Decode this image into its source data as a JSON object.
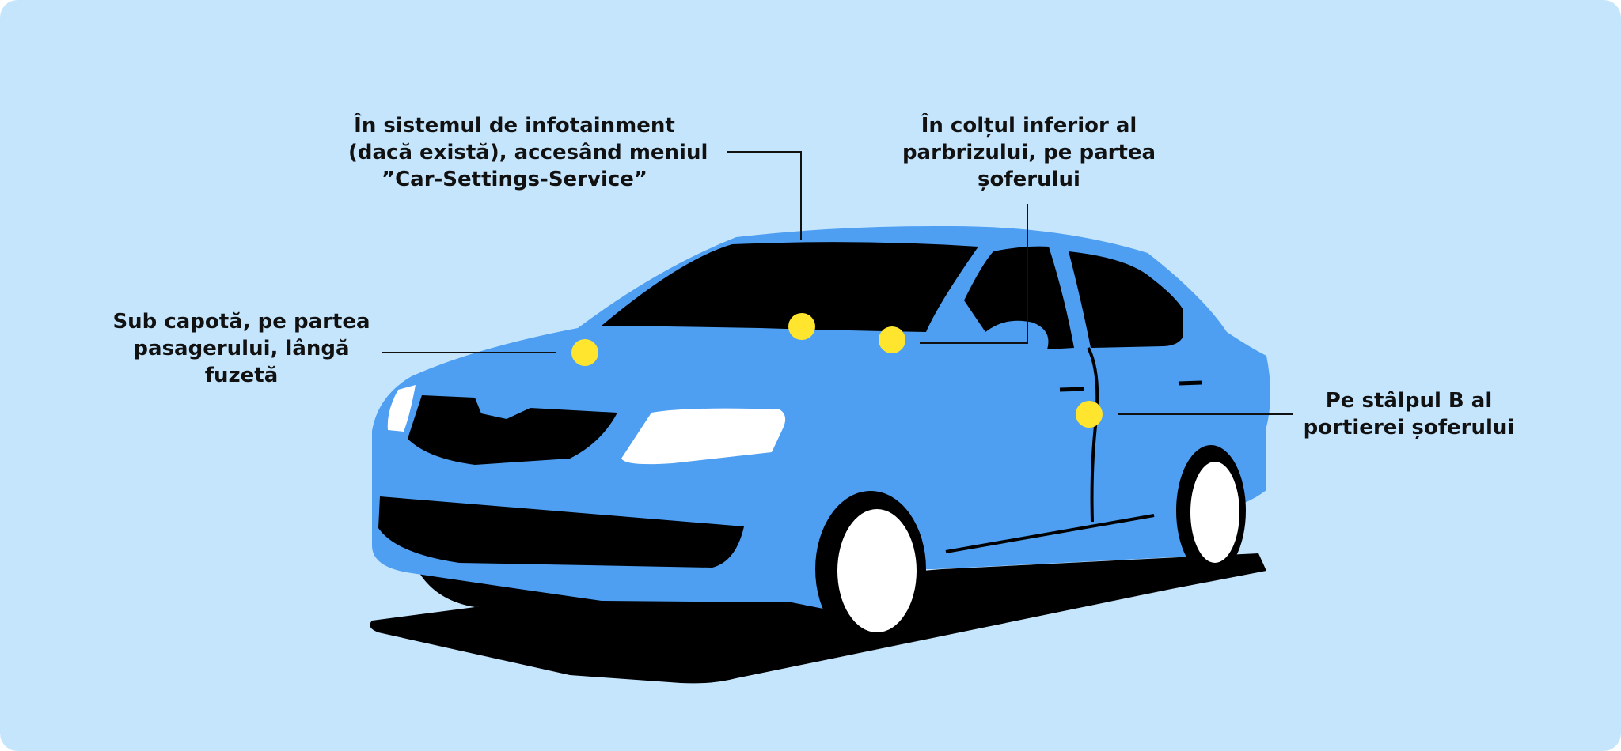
{
  "colors": {
    "background": "#c5e5fd",
    "car_body": "#4e9ef2",
    "glass_and_trim": "#000000",
    "headlight": "#ffffff",
    "wheel_rim": "#ffffff",
    "marker": "#ffe52e",
    "leader_line": "#111111",
    "text": "#111111"
  },
  "markers": [
    {
      "name": "hood-marker",
      "description": "engine bay / passenger side"
    },
    {
      "name": "infotainment-marker",
      "description": "infotainment system"
    },
    {
      "name": "windshield-marker",
      "description": "windshield corner"
    },
    {
      "name": "b-pillar-marker",
      "description": "driver door B-pillar"
    }
  ],
  "labels": {
    "infotainment": {
      "line1": "În sistemul de infotainment",
      "line2": "(dacă există), accesând meniul",
      "line3": "”Car-Settings-Service”"
    },
    "windshield": {
      "line1": "În colțul inferior al",
      "line2": "parbrizului, pe partea",
      "line3": "șoferului"
    },
    "hood": {
      "line1": "Sub capotă, pe partea",
      "line2": "pasagerului, lângă",
      "line3": "fuzetă"
    },
    "b_pillar": {
      "line1": "Pe stâlpul B al",
      "line2": "portierei șoferului"
    }
  }
}
